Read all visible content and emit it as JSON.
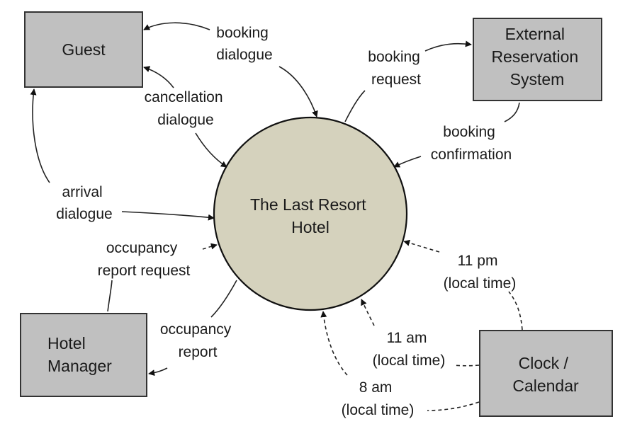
{
  "colors": {
    "entity_fill": "#c0c0c0",
    "process_fill": "#d5d2bd",
    "line": "#222222",
    "text": "#1a1a1a"
  },
  "process": {
    "lines": [
      "The Last Resort",
      "Hotel"
    ]
  },
  "entities": {
    "guest": {
      "lines": [
        "Guest"
      ]
    },
    "external_reservation_system": {
      "lines": [
        "External",
        "Reservation",
        "System"
      ]
    },
    "hotel_manager": {
      "lines": [
        "Hotel",
        "Manager"
      ]
    },
    "clock_calendar": {
      "lines": [
        "Clock /",
        "Calendar"
      ]
    }
  },
  "flows": {
    "booking_dialogue": {
      "lines": [
        "booking",
        "dialogue"
      ],
      "style": "solid",
      "bidirectional": true
    },
    "cancellation_dialogue": {
      "lines": [
        "cancellation",
        "dialogue"
      ],
      "style": "solid",
      "bidirectional": true
    },
    "arrival_dialogue": {
      "lines": [
        "arrival",
        "dialogue"
      ],
      "style": "solid",
      "bidirectional": true
    },
    "booking_request": {
      "lines": [
        "booking",
        "request"
      ],
      "style": "solid",
      "bidirectional": false
    },
    "booking_confirmation": {
      "lines": [
        "booking",
        "confirmation"
      ],
      "style": "solid",
      "bidirectional": false
    },
    "occupancy_report_request": {
      "lines": [
        "occupancy",
        "report request"
      ],
      "style": "dashed",
      "bidirectional": false
    },
    "occupancy_report": {
      "lines": [
        "occupancy",
        "report"
      ],
      "style": "solid",
      "bidirectional": false
    },
    "time_11pm": {
      "lines": [
        "11 pm",
        "(local time)"
      ],
      "style": "dashed",
      "bidirectional": false
    },
    "time_11am": {
      "lines": [
        "11 am",
        "(local time)"
      ],
      "style": "dashed",
      "bidirectional": false
    },
    "time_8am": {
      "lines": [
        "8 am",
        "(local time)"
      ],
      "style": "dashed",
      "bidirectional": false
    }
  }
}
